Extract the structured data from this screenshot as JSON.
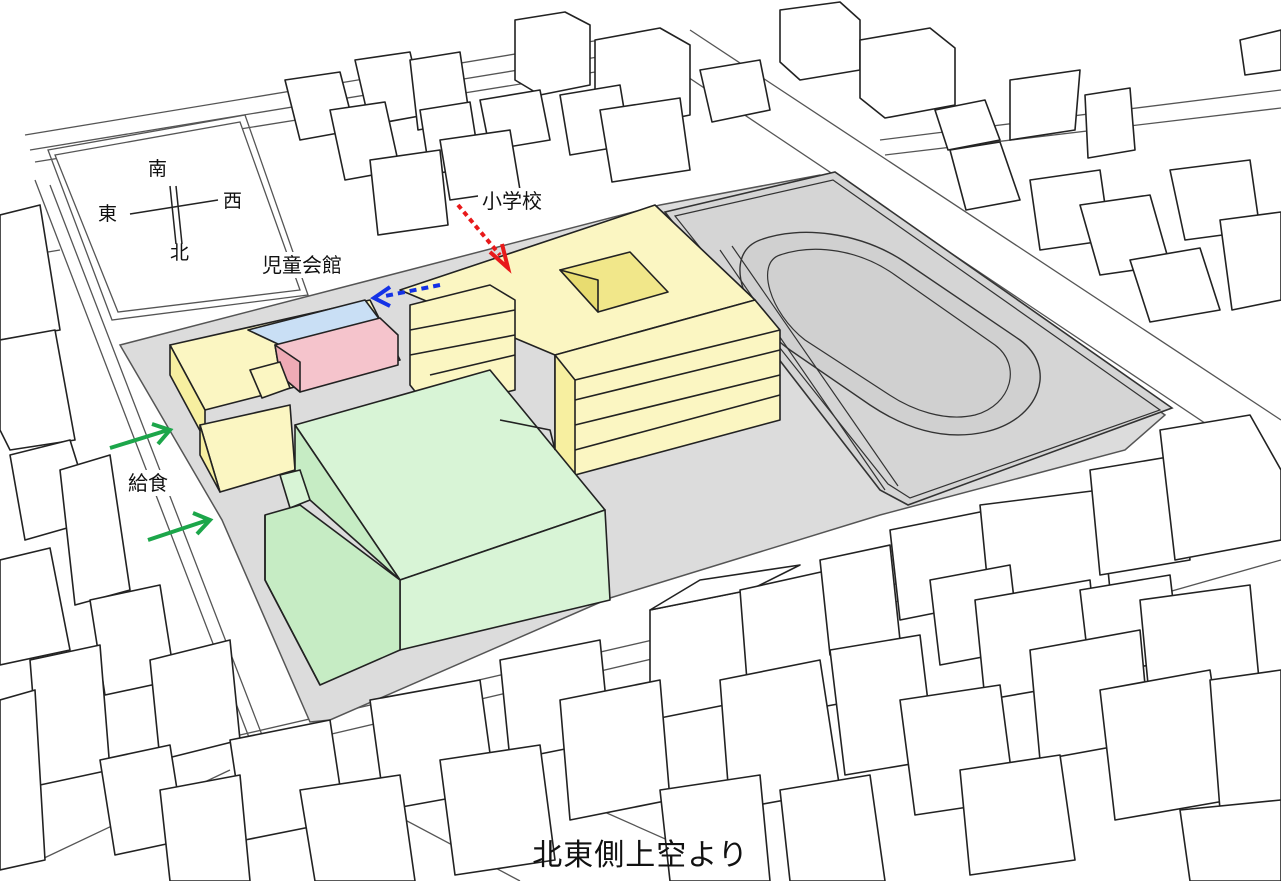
{
  "compass": {
    "south": "南",
    "west": "西",
    "east": "東",
    "north": "北"
  },
  "labels": {
    "elementary_school": "小学校",
    "childrens_hall": "児童会館",
    "school_lunch": "給食"
  },
  "caption": "北東側上空より",
  "colors": {
    "school": "#fbf6c2",
    "gym": "#d8f4d6",
    "childrens_hall_roof": "#c9dff5",
    "red_block": "#f5c4cc",
    "ground": "#dcdcdc",
    "arrow_school": "#e8191a",
    "arrow_hall": "#1432e6",
    "arrow_lunch": "#1ca64a"
  }
}
